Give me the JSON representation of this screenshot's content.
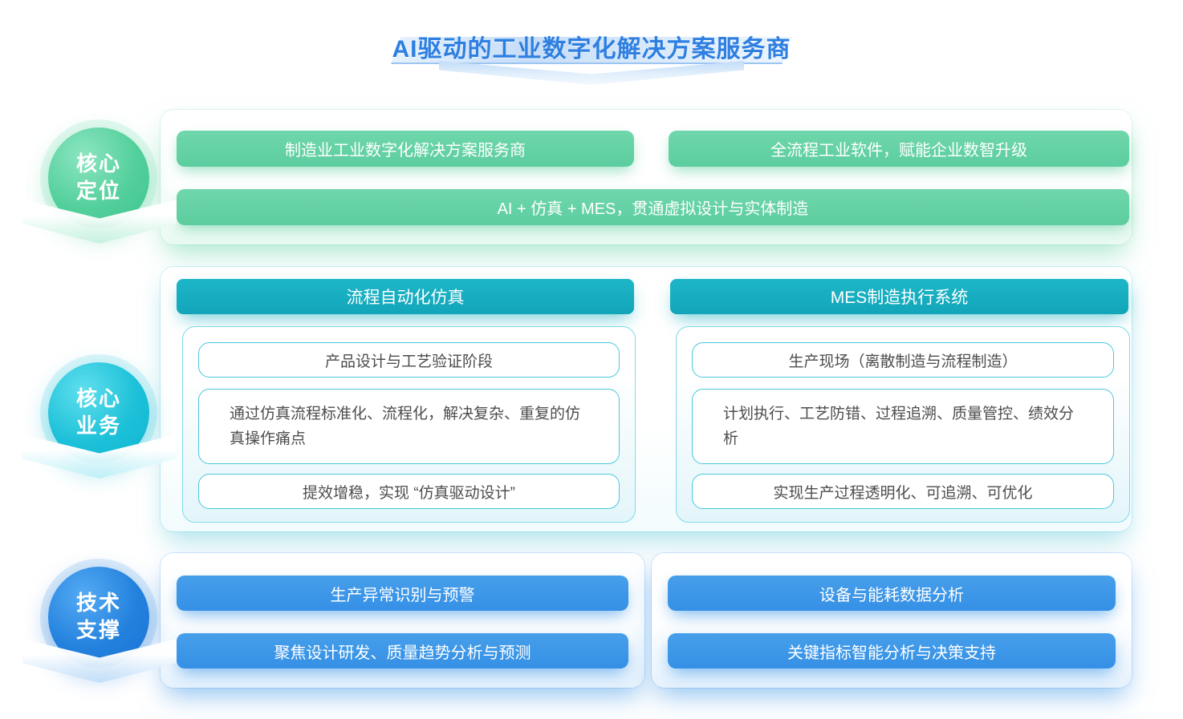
{
  "title": {
    "text": "AI驱动的工业数字化解决方案服务商"
  },
  "sections": [
    {
      "id": "core-positioning",
      "badge": {
        "line1": "核心",
        "line2": "定位"
      },
      "pills": [
        "制造业工业数字化解决方案服务商",
        "全流程工业软件，赋能企业数智升级",
        "AI + 仿真 + MES，贯通虚拟设计与实体制造"
      ]
    },
    {
      "id": "core-business",
      "badge": {
        "line1": "核心",
        "line2": "业务"
      },
      "columns": [
        {
          "header": "流程自动化仿真",
          "items": [
            "产品设计与工艺验证阶段",
            "通过仿真流程标准化、流程化，解决复杂、重复的仿真操作痛点",
            "提效增稳，实现 “仿真驱动设计”"
          ]
        },
        {
          "header": "MES制造执行系统",
          "items": [
            "生产现场（离散制造与流程制造）",
            "计划执行、工艺防错、过程追溯、质量管控、绩效分析",
            "实现生产过程透明化、可追溯、可优化"
          ]
        }
      ]
    },
    {
      "id": "tech-support",
      "badge": {
        "line1": "技术",
        "line2": "支撑"
      },
      "cards": [
        [
          "生产异常识别与预警",
          "聚焦设计研发、质量趋势分析与预测"
        ],
        [
          "设备与能耗数据分析",
          "关键指标智能分析与决策支持"
        ]
      ]
    }
  ],
  "colors": {
    "title_blue": "#2e7fe1",
    "green_pill": "#5ecda0",
    "teal_header": "#17aec0",
    "cyan_border": "#49c8dd",
    "blue_pill": "#3b96e8"
  }
}
